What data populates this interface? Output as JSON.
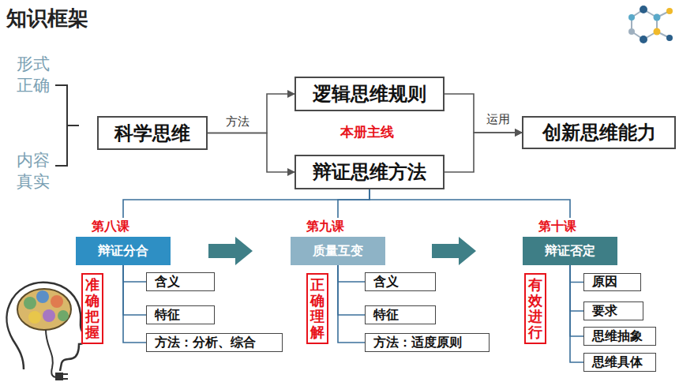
{
  "diagram": {
    "title": "知识框架",
    "nodes": [
      {
        "text": [
          "科学思维"
        ]
      },
      {
        "text": [
          "逻辑思维规则"
        ]
      },
      {
        "text": [
          "辩证思维方法"
        ]
      },
      {
        "text": [
          "创新思维能力"
        ]
      },
      {
        "text": [
          "第八课",
          "辩证分合"
        ]
      },
      {
        "text": [
          "第九课",
          "质量互变"
        ]
      },
      {
        "text": [
          "第十课",
          "辩证否定"
        ]
      },
      {
        "text": [
          "准确把握"
        ]
      },
      {
        "text": [
          "含义"
        ]
      },
      {
        "text": [
          "特征"
        ]
      },
      {
        "text": [
          "方法：分析、综合"
        ]
      },
      {
        "text": [
          "正确理解"
        ]
      },
      {
        "text": [
          "含义"
        ]
      },
      {
        "text": [
          "特征"
        ]
      },
      {
        "text": [
          "方法：适度原则"
        ]
      },
      {
        "text": [
          "有效进行"
        ]
      },
      {
        "text": [
          "原因"
        ]
      },
      {
        "text": [
          "要求"
        ]
      },
      {
        "text": [
          "思维抽象"
        ]
      },
      {
        "text": [
          "思维具体"
        ]
      }
    ],
    "edges": [
      {
        "from": 0,
        "to": 1,
        "label": "方法",
        "arrow": "to"
      },
      {
        "from": 0,
        "to": 2,
        "arrow": "to"
      },
      {
        "from": 1,
        "to": 3,
        "label": "运用",
        "arrow": "to"
      },
      {
        "from": 2,
        "to": 3,
        "arrow": "to"
      },
      {
        "from": 2,
        "to": 4,
        "arrow": "none"
      },
      {
        "from": 2,
        "to": 5,
        "arrow": "none"
      },
      {
        "from": 2,
        "to": 6,
        "arrow": "none"
      },
      {
        "from": 4,
        "to": 5,
        "arrow": "to"
      },
      {
        "from": 5,
        "to": 6,
        "arrow": "to"
      },
      {
        "from": 4,
        "to": 8,
        "arrow": "none"
      },
      {
        "from": 4,
        "to": 9,
        "arrow": "none"
      },
      {
        "from": 4,
        "to": 10,
        "arrow": "none"
      },
      {
        "from": 5,
        "to": 12,
        "arrow": "none"
      },
      {
        "from": 5,
        "to": 13,
        "arrow": "none"
      },
      {
        "from": 5,
        "to": 14,
        "arrow": "none"
      },
      {
        "from": 6,
        "to": 16,
        "arrow": "none"
      },
      {
        "from": 6,
        "to": 17,
        "arrow": "none"
      },
      {
        "from": 6,
        "to": 18,
        "arrow": "none"
      },
      {
        "from": 6,
        "to": 19,
        "arrow": "none"
      }
    ],
    "labels": [
      "形式正确",
      "内容真实",
      "本册主线"
    ]
  }
}
